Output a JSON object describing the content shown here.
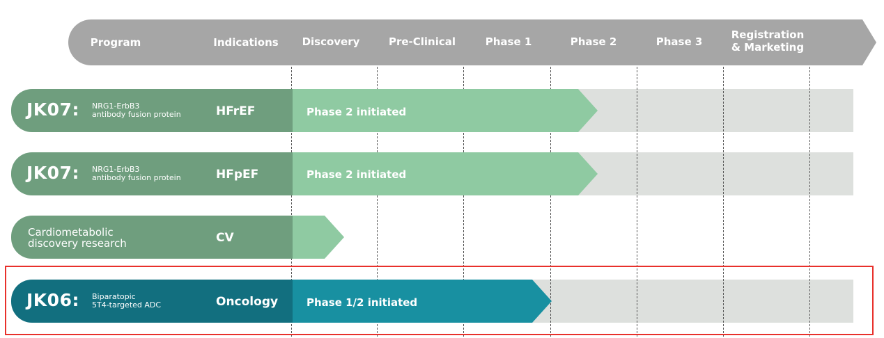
{
  "header": {
    "columns": [
      "Program",
      "Indications",
      "Discovery",
      "Pre-Clinical",
      "Phase 1",
      "Phase 2",
      "Phase 3",
      "Registration\n& Marketing"
    ]
  },
  "rows": [
    {
      "code": "JK07:",
      "description": "NRG1-ErbB3\nantibody fusion protein",
      "indication": "HFrEF",
      "status": "Phase 2 initiated",
      "stage_reached": "Phase 2"
    },
    {
      "code": "JK07:",
      "description": "NRG1-ErbB3\nantibody fusion protein",
      "indication": "HFpEF",
      "status": "Phase 2 initiated",
      "stage_reached": "Phase 2"
    },
    {
      "code": "",
      "description": "Cardiometabolic\ndiscovery research",
      "indication": "CV",
      "status": "",
      "stage_reached": "Discovery"
    },
    {
      "code": "JK06:",
      "description": "Biparatopic\n5T4-targeted ADC",
      "indication": "Oncology",
      "status": "Phase 1/2 initiated",
      "stage_reached": "Phase 1",
      "highlighted": true
    }
  ],
  "colors": {
    "header_gray": "#a6a6a6",
    "green_dark": "#6f9e7e",
    "green_light": "#8fcaa2",
    "teal_dark": "#126f7f",
    "teal_light": "#1890a1",
    "track_gray": "#dde0dd",
    "highlight_red": "#e8302b"
  }
}
